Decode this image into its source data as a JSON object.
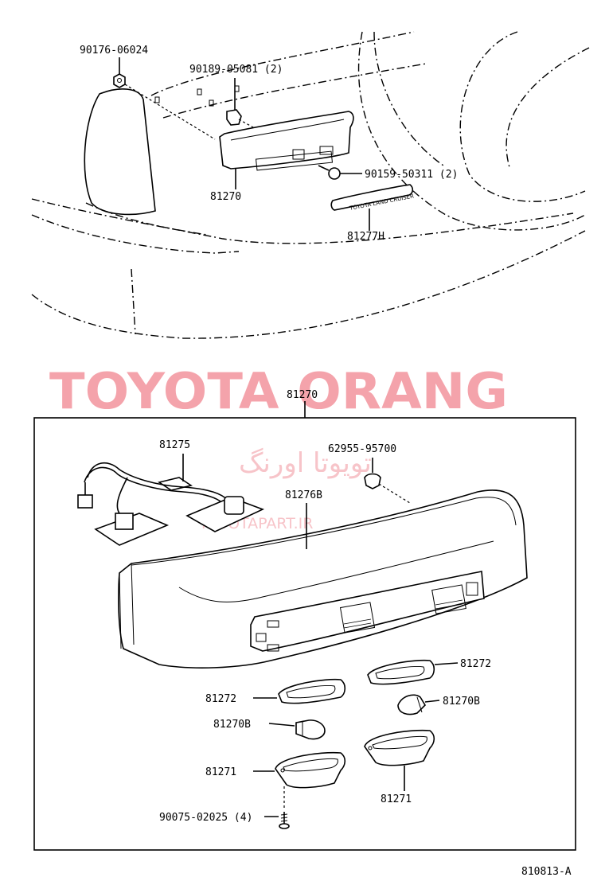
{
  "watermark": {
    "title": "TOYOTA ORANG",
    "arabic": "تویوتا اورنگ",
    "url": "TOYOTAPART.IR"
  },
  "upper": {
    "labels": {
      "p1": "90176-06024",
      "p2": "90189-05081 (2)",
      "p3": "90159-50311 (2)",
      "p4": "81270",
      "p5": "81277H"
    },
    "emblem_text": "TOYOTA LAND CRUISER"
  },
  "lower": {
    "box_label": "81270",
    "labels": {
      "harness": "81275",
      "clip": "62955-95700",
      "lens": "81276B",
      "gasket_r": "81272",
      "gasket_l": "81272",
      "bulb_r": "81270B",
      "bulb_l": "81270B",
      "housing_l": "81271",
      "housing_r": "81271",
      "screw": "90075-02025 (4)"
    }
  },
  "figure_code": "810813-A"
}
